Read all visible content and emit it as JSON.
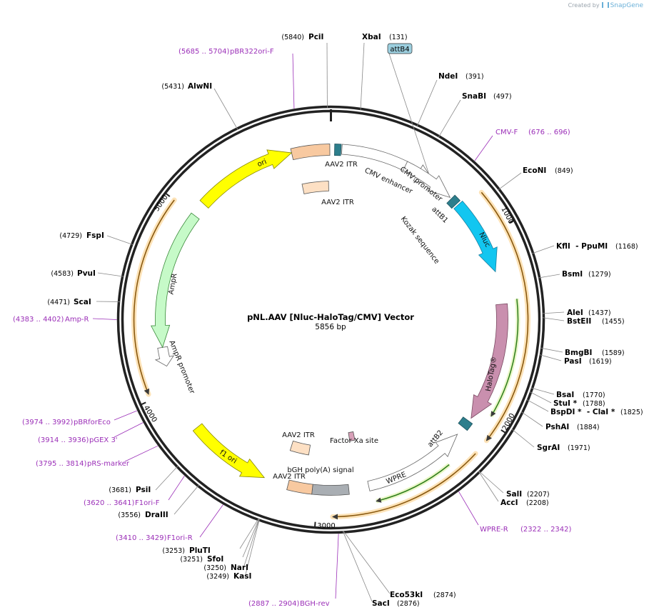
{
  "app": {
    "credit_prefix": "Created by",
    "credit_brand": "SnapGene"
  },
  "map": {
    "name": "pNL.AAV [Nluc-HaloTag/CMV] Vector",
    "length_label": "5856 bp",
    "length": 5856,
    "ticks": [
      "1000",
      "2000",
      "3000",
      "4000",
      "5000"
    ]
  },
  "sites": [
    {
      "name": "PciI",
      "pos": "(5840)"
    },
    {
      "name": "XbaI",
      "pos": "(131)"
    },
    {
      "name": "NdeI",
      "pos": "(391)"
    },
    {
      "name": "SnaBI",
      "pos": "(497)"
    },
    {
      "name": "EcoNI",
      "pos": "(849)"
    },
    {
      "name": "KflI  - PpuMI",
      "pos": "(1168)"
    },
    {
      "name": "BsmI",
      "pos": "(1279)"
    },
    {
      "name": "AleI",
      "pos": "(1437)"
    },
    {
      "name": "BstEII",
      "pos": "(1455)"
    },
    {
      "name": "BmgBI",
      "pos": "(1589)"
    },
    {
      "name": "PasI",
      "pos": "(1619)"
    },
    {
      "name": "BsaI",
      "pos": "(1770)"
    },
    {
      "name": "StuI *",
      "pos": "(1788)"
    },
    {
      "name": "BspDI *  - ClaI *",
      "pos": "(1825)"
    },
    {
      "name": "PshAI",
      "pos": "(1884)"
    },
    {
      "name": "SgrAI",
      "pos": "(1971)"
    },
    {
      "name": "SalI",
      "pos": "(2207)"
    },
    {
      "name": "AccI",
      "pos": "(2208)"
    },
    {
      "name": "Eco53kI",
      "pos": "(2874)"
    },
    {
      "name": "SacI",
      "pos": "(2876)"
    },
    {
      "name": "KasI",
      "pos": "(3249)"
    },
    {
      "name": "NarI",
      "pos": "(3250)"
    },
    {
      "name": "SfoI",
      "pos": "(3251)"
    },
    {
      "name": "PluTI",
      "pos": "(3253)"
    },
    {
      "name": "DraIII",
      "pos": "(3556)"
    },
    {
      "name": "PsiI",
      "pos": "(3681)"
    },
    {
      "name": "ScaI",
      "pos": "(4471)"
    },
    {
      "name": "PvuI",
      "pos": "(4583)"
    },
    {
      "name": "FspI",
      "pos": "(4729)"
    },
    {
      "name": "AlwNI",
      "pos": "(5431)"
    }
  ],
  "primers": [
    {
      "range": "(5685 .. 5704)",
      "name": "pBR322ori-F"
    },
    {
      "name": "CMV-F",
      "range": "(676 .. 696)"
    },
    {
      "name": "WPRE-R",
      "range": "(2322 .. 2342)"
    },
    {
      "range": "(2887 .. 2904)",
      "name": "BGH-rev"
    },
    {
      "range": "(3410 .. 3429)",
      "name": "F1ori-R"
    },
    {
      "range": "(3620 .. 3641)",
      "name": "F1ori-F"
    },
    {
      "range": "(3795 .. 3814)",
      "name": "pRS-marker"
    },
    {
      "range": "(3914 .. 3936)",
      "name": "pGEX 3'"
    },
    {
      "range": "(3974 .. 3992)",
      "name": "pBRforEco"
    },
    {
      "range": "(4383 .. 4402)",
      "name": "Amp-R"
    }
  ],
  "features": {
    "attB4": "attB4",
    "aav2_itr": "AAV2 ITR",
    "cmv_enhancer": "CMV enhancer",
    "cmv_promoter": "CMV promoter",
    "attB1": "attB1",
    "kozak": "Kozak sequence",
    "nluc": "Nluc",
    "halotag": "HaloTag®",
    "attB2": "attB2",
    "wpre": "WPRE",
    "factor_xa": "Factor Xa site",
    "bgh": "bGH poly(A) signal",
    "f1ori": "f1 ori",
    "ampr_promoter": "AmpR promoter",
    "ampr": "AmpR",
    "ori": "ori"
  },
  "colors": {
    "backbone": "#222222",
    "primer": "#9b2fb8",
    "ori": "#ffff00",
    "itr": "#f8c9a0",
    "nluc": "#12c6f0",
    "halotag": "#c98fae",
    "ampr": "#c6fac8",
    "attb": "#2d7e8c",
    "bgh": "#a9aeb3",
    "orf": "#e8a050"
  }
}
